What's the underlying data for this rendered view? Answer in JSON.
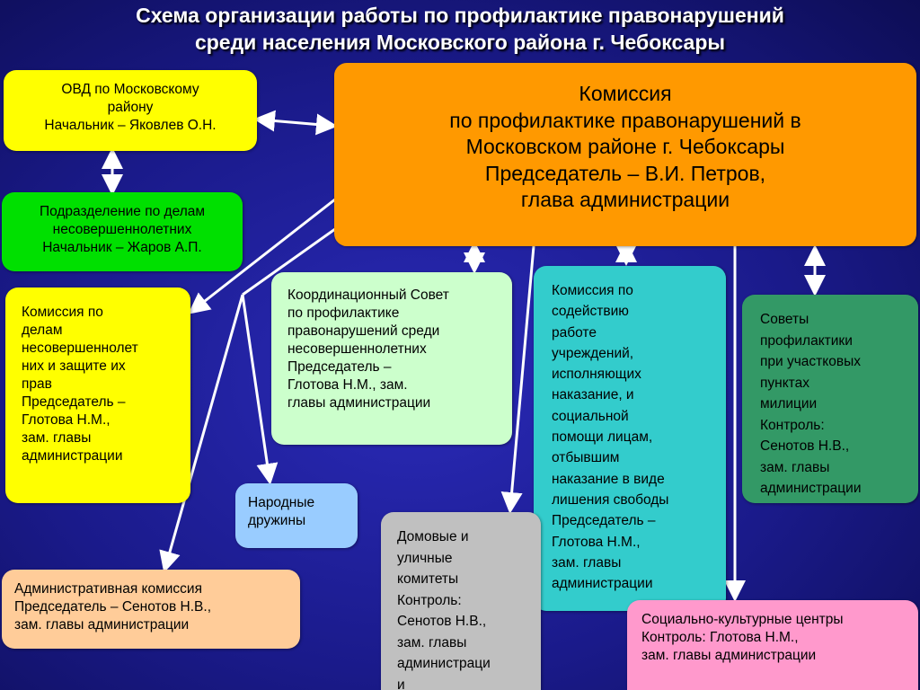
{
  "title": {
    "line1": "Схема организации работы по профилактике правонарушений",
    "line2": "среди населения Московского района г. Чебоксары"
  },
  "nodes": {
    "commission": {
      "color": "#ff9900",
      "lines": [
        "Комиссия",
        "по профилактике правонарушений в",
        "Московском районе г. Чебоксары",
        "Председатель – В.И. Петров,",
        "глава администрации"
      ]
    },
    "ovd": {
      "color": "#ffff00",
      "lines": [
        "ОВД по Московскому",
        "району",
        "Начальник – Яковлев О.Н."
      ]
    },
    "juvenile_unit": {
      "color": "#00e000",
      "lines": [
        "Подразделение по делам",
        "несовершеннолетних",
        "Начальник – Жаров А.П."
      ]
    },
    "juvenile_commission": {
      "color": "#ffff00",
      "lines": [
        "Комиссия по",
        "делам",
        "несовершеннолет",
        "них и защите их",
        "прав",
        "Председатель –",
        "Глотова Н.М.,",
        "зам. главы",
        "администрации"
      ]
    },
    "coord_council": {
      "color": "#ccffcc",
      "lines": [
        "Координационный Совет",
        "по профилактике",
        "правонарушений среди",
        "несовершеннолетних",
        "Председатель –",
        "Глотова Н.М., зам.",
        "главы администрации"
      ]
    },
    "assist_commission": {
      "color": "#33cccc",
      "lines": [
        "Комиссия по",
        "содействию",
        "работе",
        "учреждений,",
        "исполняющих",
        "наказание, и",
        "социальной",
        "помощи лицам,",
        "отбывшим",
        "наказание в виде",
        "лишения свободы",
        "Председатель –",
        "Глотова Н.М.,",
        "зам. главы",
        "администрации"
      ]
    },
    "councils": {
      "color": "#339966",
      "lines": [
        "Советы",
        "профилактики",
        "при участковых",
        "пунктах",
        "милиции",
        "Контроль:",
        "Сенотов Н.В.,",
        "зам. главы",
        "администрации"
      ]
    },
    "druzhiny": {
      "color": "#99ccff",
      "lines": [
        "Народные",
        "дружины"
      ]
    },
    "house_committees": {
      "color": "#c0c0c0",
      "lines": [
        "Домовые и",
        "уличные",
        "комитеты",
        "Контроль:",
        "Сенотов Н.В.,",
        "зам. главы",
        "администраци",
        "и"
      ]
    },
    "admin_commission": {
      "color": "#ffcc99",
      "lines": [
        "Административная комиссия",
        "Председатель – Сенотов Н.В.,",
        "зам. главы администрации"
      ]
    },
    "culture_centers": {
      "color": "#ff99cc",
      "lines": [
        "Социально-культурные центры",
        "Контроль: Глотова Н.М.,",
        "зам. главы администрации"
      ]
    }
  }
}
